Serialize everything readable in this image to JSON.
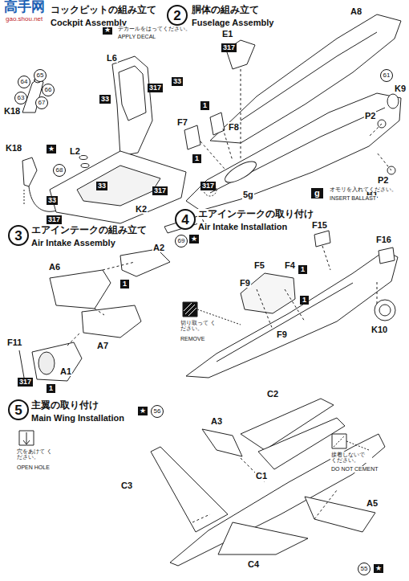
{
  "diagram": {
    "nodes": [
      {
        "text": [
          "★"
        ]
      },
      {
        "text": [
          "64"
        ]
      },
      {
        "text": [
          "65"
        ]
      },
      {
        "text": [
          "66"
        ]
      },
      {
        "text": [
          "63"
        ]
      },
      {
        "text": [
          "67"
        ]
      },
      {
        "text": [
          "33"
        ]
      },
      {
        "text": [
          "317"
        ]
      },
      {
        "text": [
          "★"
        ]
      },
      {
        "text": [
          "68"
        ]
      },
      {
        "text": [
          "33"
        ]
      },
      {
        "text": [
          "33"
        ]
      },
      {
        "text": [
          "317"
        ]
      },
      {
        "text": [
          "317"
        ]
      },
      {
        "text": [
          "69"
        ]
      },
      {
        "text": [
          "★"
        ]
      },
      {
        "text": [
          "2"
        ]
      },
      {
        "text": [
          "317"
        ]
      },
      {
        "text": [
          "33"
        ]
      },
      {
        "text": [
          "1"
        ]
      },
      {
        "text": [
          "1"
        ]
      },
      {
        "text": [
          "61"
        ]
      },
      {
        "text": [
          "317"
        ]
      },
      {
        "text": [
          "g"
        ]
      },
      {
        "text": [
          "3"
        ]
      },
      {
        "text": [
          "1"
        ]
      },
      {
        "text": [
          "1"
        ]
      },
      {
        "text": [
          "317"
        ]
      },
      {
        "text": [
          "4"
        ]
      },
      {
        "text": [
          "1"
        ]
      },
      {
        "text": [
          "1"
        ]
      },
      {
        "text": [
          "5"
        ]
      },
      {
        "text": [
          "★"
        ]
      },
      {
        "text": [
          "56"
        ]
      },
      {
        "text": [
          "55"
        ]
      },
      {
        "text": [
          "★"
        ]
      }
    ],
    "labels": [
      "高手网",
      "gao.shou.net",
      "コックピットの組み立て",
      "Cockpit Assembly",
      "デカールをはってください。",
      "APPLY DECAL",
      "K18",
      "L6",
      "L2",
      "K18",
      "K2",
      "胴体の組み立て",
      "Fuselage Assembly",
      "A8",
      "E1",
      "F8",
      "F7",
      "P2",
      "K9",
      "P2",
      "B1",
      "5g",
      "オモリを入れてください。",
      "INSERT BALLAST",
      "エアインテークの組み立て",
      "Air Intake Assembly",
      "A2",
      "A6",
      "A7",
      "F11",
      "A1",
      "エアインテークの取り付け",
      "Air Intake Installation",
      "F15",
      "F5",
      "F4",
      "F9",
      "F9",
      "F16",
      "K10",
      "切り取って ください。",
      "REMOVE",
      "主翼の取り付け",
      "Main Wing Installation",
      "A3",
      "C2",
      "C1",
      "C3",
      "A5",
      "C4",
      "穴をあけて ください。",
      "OPEN HOLE",
      "接着しないで ください。",
      "DO NOT CEMENT"
    ]
  }
}
